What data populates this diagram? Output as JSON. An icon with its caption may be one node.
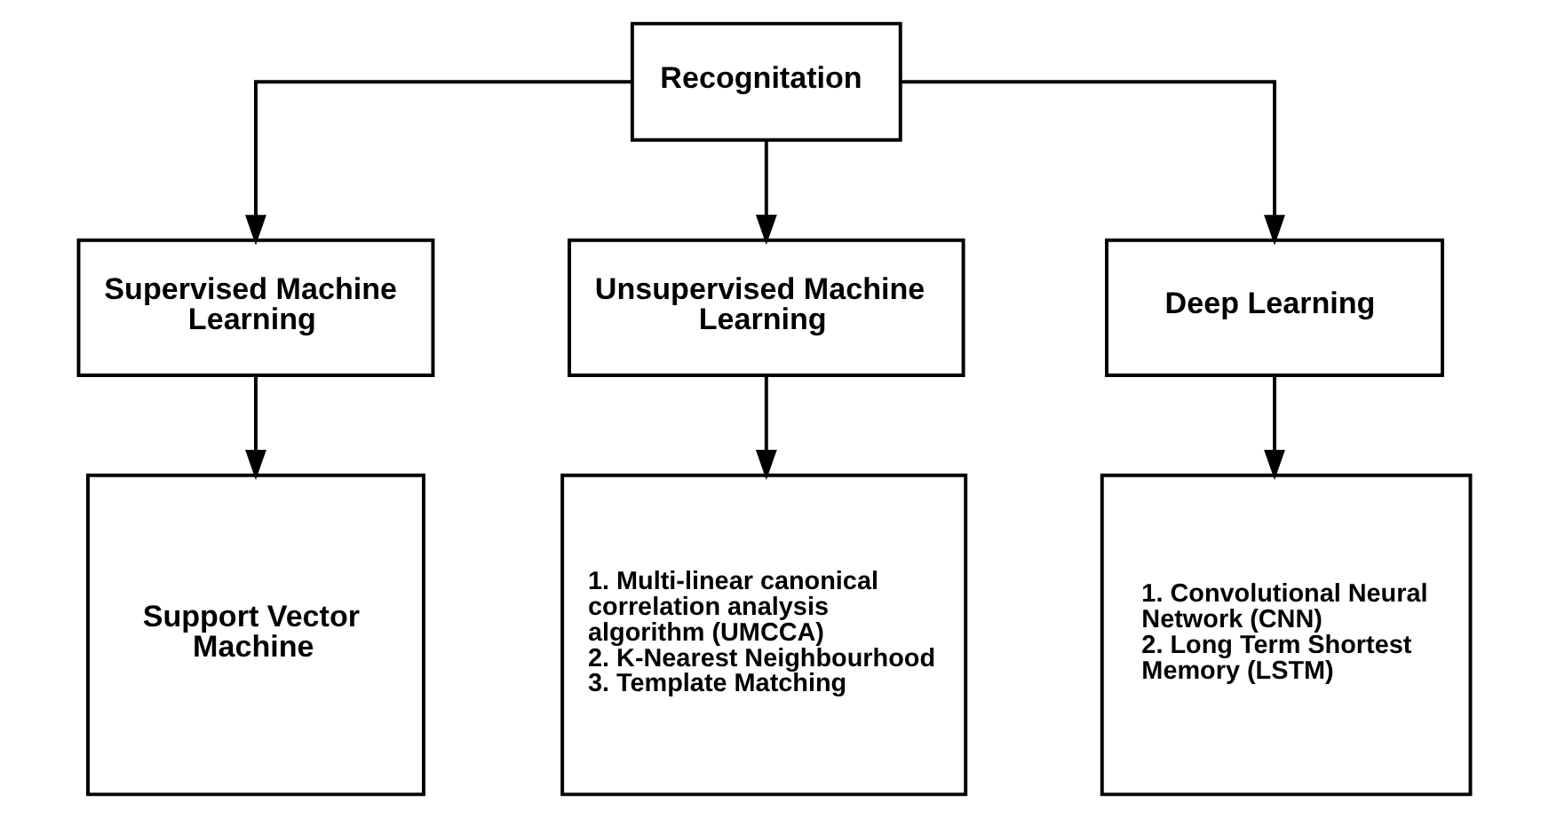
{
  "diagram": {
    "nodes": [
      {
        "text": [
          "Recognitation"
        ]
      },
      {
        "text": [
          "Supervised Machine Learning"
        ]
      },
      {
        "text": [
          "Unsupervised Machine Learning"
        ]
      },
      {
        "text": [
          "Deep Learning"
        ]
      },
      {
        "text": [
          "Support Vector Machine"
        ]
      },
      {
        "text": [
          "1. Multi-linear canonical correlation analysis algorithm (UMCCA)",
          "2. K-Nearest Neighbourhood",
          "3. Template Matching"
        ]
      },
      {
        "text": [
          "1. Convolutional Neural Network (CNN)",
          "2. Long Term Shortest Memory (LSTM)"
        ]
      }
    ],
    "edges": [
      {
        "from": 0,
        "to": 1,
        "arrow": "to"
      },
      {
        "from": 0,
        "to": 2,
        "arrow": "to"
      },
      {
        "from": 0,
        "to": 3,
        "arrow": "to"
      },
      {
        "from": 1,
        "to": 4,
        "arrow": "to"
      },
      {
        "from": 2,
        "to": 5,
        "arrow": "to"
      },
      {
        "from": 3,
        "to": 6,
        "arrow": "to"
      }
    ]
  }
}
